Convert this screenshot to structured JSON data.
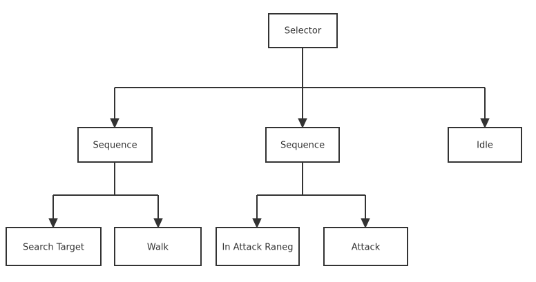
{
  "diagram": {
    "nodes": {
      "selector": "Selector",
      "sequence_left": "Sequence",
      "sequence_middle": "Sequence",
      "idle": "Idle",
      "search_target": "Search Target",
      "walk": "Walk",
      "in_attack_range": "In Attack Raneg",
      "attack": "Attack"
    },
    "colors": {
      "stroke": "#333333",
      "background": "#ffffff"
    }
  }
}
